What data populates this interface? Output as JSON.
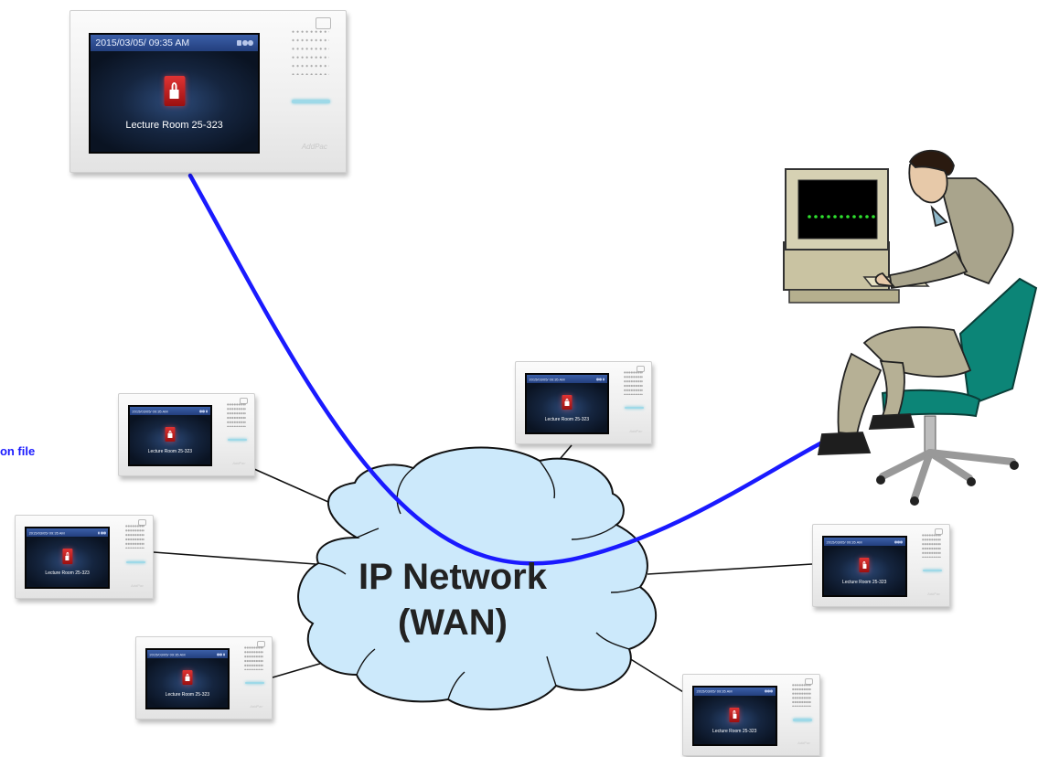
{
  "side_label": "tion file",
  "network": {
    "line1": "IP Network",
    "line2": "(WAN)"
  },
  "device": {
    "date_time": "2015/03/05/  09:35 AM",
    "room": "Lecture Room 25-323",
    "brand": "AddPac"
  },
  "colors": {
    "link": "#1a1aff",
    "cloud_fill": "#cce9fb",
    "lock_red": "#d32222",
    "status_bar": "#2c4a8f",
    "led": "#9ed9e8"
  },
  "icons": {
    "lock": "lock-icon",
    "status": [
      "signal-icon",
      "network-icon",
      "settings-icon"
    ]
  }
}
